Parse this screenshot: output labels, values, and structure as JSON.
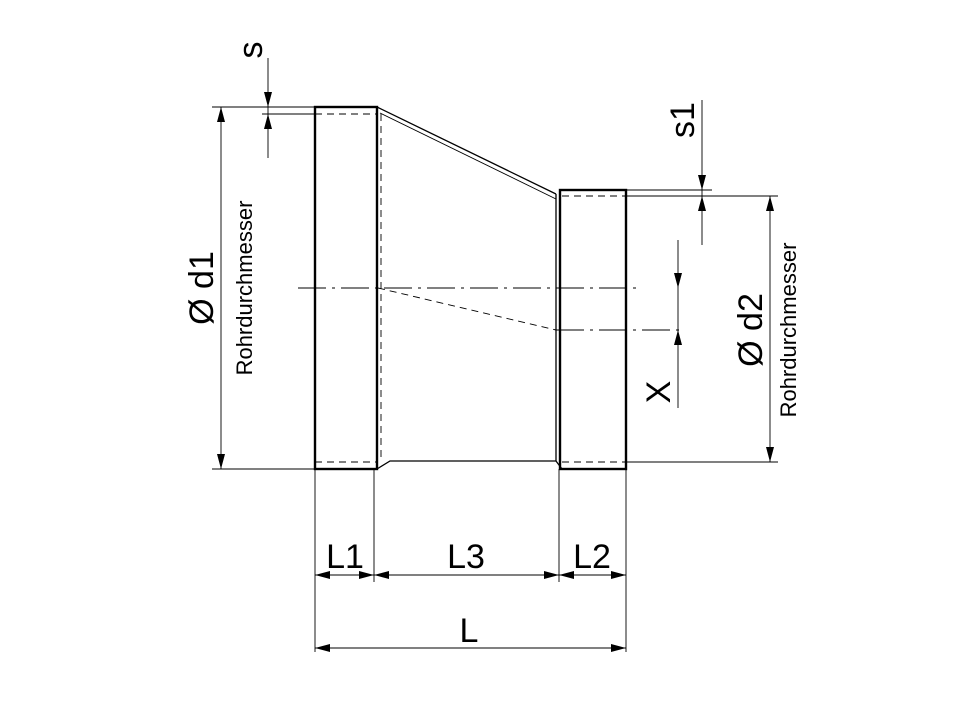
{
  "labels": {
    "s": "s",
    "s1": "s1",
    "d1": "Ø d1",
    "d2": "Ø d2",
    "pipe_diameter_left": "Rohrdurchmesser",
    "pipe_diameter_right": "Rohrdurchmesser",
    "x": "X",
    "l1": "L1",
    "l2": "L2",
    "l3": "L3",
    "l": "L"
  }
}
